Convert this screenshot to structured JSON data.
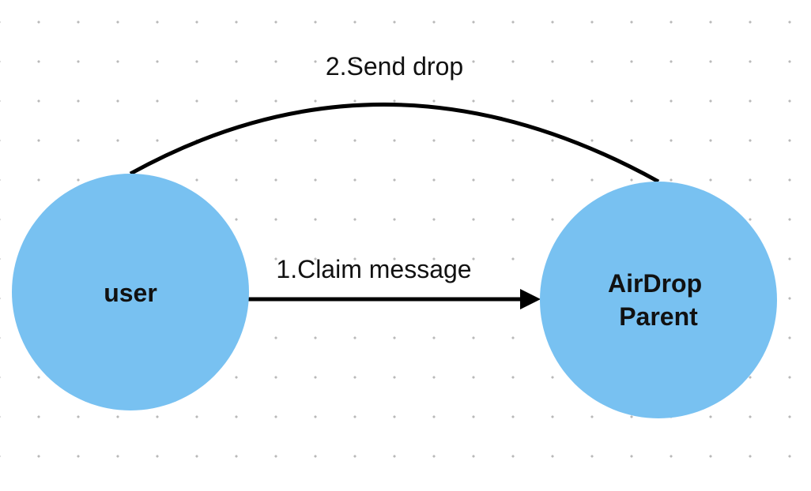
{
  "nodes": {
    "user": {
      "label": "user",
      "color": "#78c1f1"
    },
    "airdrop": {
      "line1": "AirDrop",
      "line2": "Parent",
      "color": "#78c1f1"
    }
  },
  "edges": {
    "claim": {
      "label": "1.Claim message",
      "color": "#000000"
    },
    "send": {
      "label": "2.Send drop",
      "color": "#000000"
    }
  }
}
